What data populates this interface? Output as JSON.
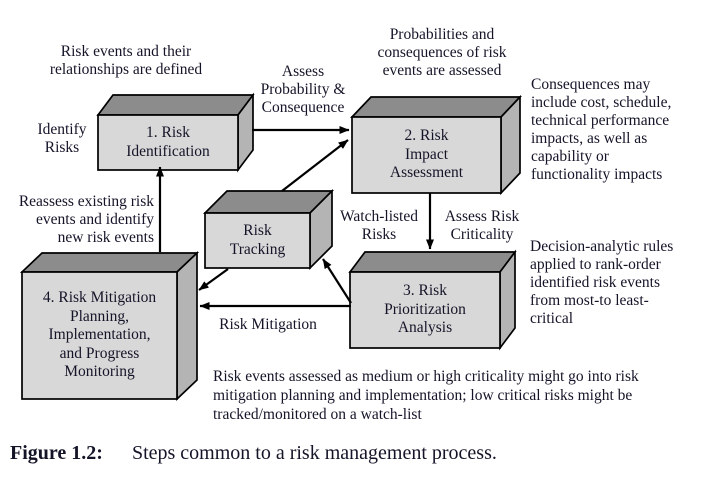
{
  "colors": {
    "background": "#ffffff",
    "box_front": "#d8d8d8",
    "box_top": "#8c8c8c",
    "box_side": "#b4b4b4",
    "arrow": "#000000",
    "text": "#141428"
  },
  "boxes": {
    "identification": {
      "label": "1. Risk\nIdentification"
    },
    "impact": {
      "label": "2. Risk\nImpact\nAssessment"
    },
    "tracking": {
      "label": "Risk\nTracking"
    },
    "prioritization": {
      "label": "3. Risk\nPrioritization\nAnalysis"
    },
    "mitigation": {
      "label": "4. Risk Mitigation\nPlanning,\nImplementation,\nand Progress\nMonitoring"
    }
  },
  "annotations": {
    "identify_risks": "Identify\nRisks",
    "events_defined": "Risk events and their\nrelationships are defined",
    "assess_probability": "Assess\nProbability &\nConsequence",
    "events_assessed": "Probabilities and\nconsequences of risk\nevents are assessed",
    "consequences_note": "Consequences may\ninclude cost, schedule,\ntechnical performance\nimpacts, as well as\ncapability or\nfunctionality impacts",
    "reassess": "Reassess existing risk\nevents and identify\nnew risk events",
    "watch_listed": "Watch-listed\nRisks",
    "assess_criticality": "Assess Risk\nCriticality",
    "decision_note": "Decision-analytic rules\napplied to rank-order\nidentified risk events\nfrom most-to least-\ncritical",
    "risk_mitigation": "Risk Mitigation",
    "bottom_note": "Risk events assessed as medium or high criticality might go into risk\nmitigation planning and implementation; low critical risks might be\ntracked/monitored on a watch-list"
  },
  "caption": {
    "label": "Figure 1.2:",
    "text": "Steps common to a risk management process."
  }
}
